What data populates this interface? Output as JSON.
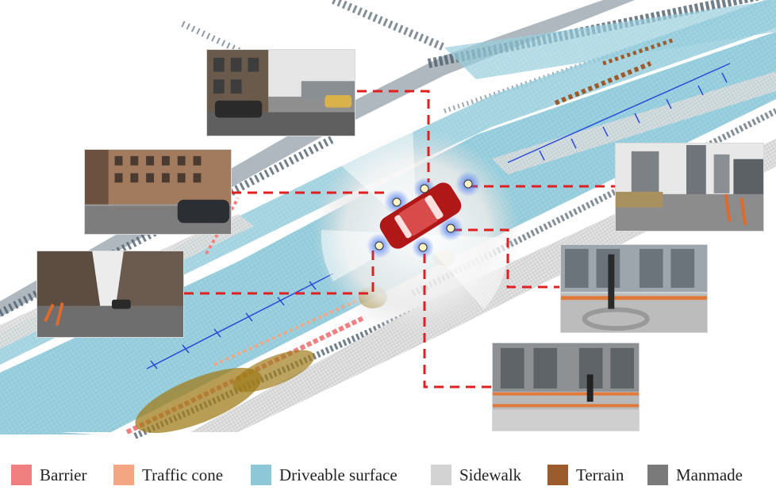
{
  "legend": [
    {
      "label": "Barrier",
      "color": "#f08080"
    },
    {
      "label": "Traffic cone",
      "color": "#f4a582"
    },
    {
      "label": "Driveable surface",
      "color": "#8ec8d8"
    },
    {
      "label": "Sidewalk",
      "color": "#d3d3d3"
    },
    {
      "label": "Terrain",
      "color": "#9c5b2a"
    },
    {
      "label": "Manmade",
      "color": "#7a7a7a"
    }
  ],
  "colors": {
    "connector": "#e02020",
    "ego_car": "#b01818",
    "trajectory": "#2a4bd7",
    "vegetation": "#a07c1c",
    "point_cloud_dark": "#4d5f6e"
  }
}
